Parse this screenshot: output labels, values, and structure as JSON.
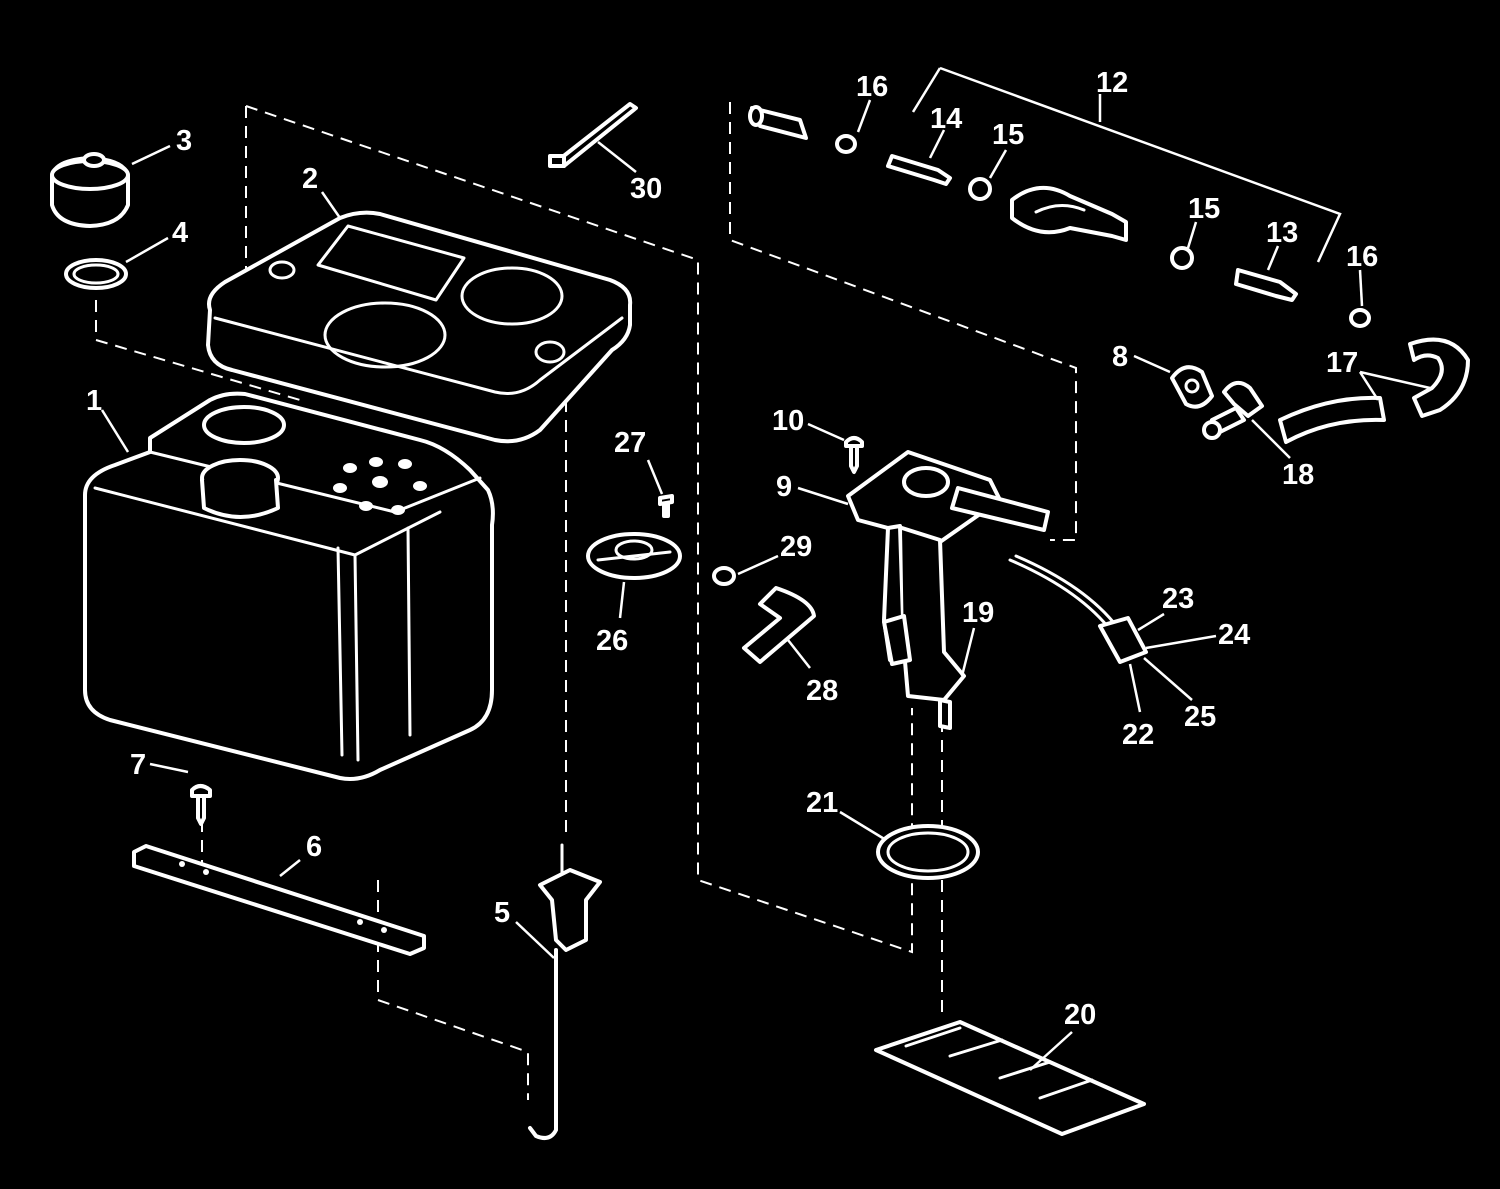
{
  "colors": {
    "background": "#000000",
    "line": "#ffffff"
  },
  "callouts": {
    "c1": "1",
    "c2": "2",
    "c3": "3",
    "c4": "4",
    "c5": "5",
    "c6": "6",
    "c7": "7",
    "c8": "8",
    "c9": "9",
    "c10": "10",
    "c12": "12",
    "c13": "13",
    "c14": "14",
    "c15a": "15",
    "c15b": "15",
    "c16a": "16",
    "c16b": "16",
    "c17": "17",
    "c18": "18",
    "c19": "19",
    "c20": "20",
    "c21": "21",
    "c22": "22",
    "c23": "23",
    "c24": "24",
    "c25": "25",
    "c26": "26",
    "c27": "27",
    "c28": "28",
    "c29": "29",
    "c30": "30"
  }
}
